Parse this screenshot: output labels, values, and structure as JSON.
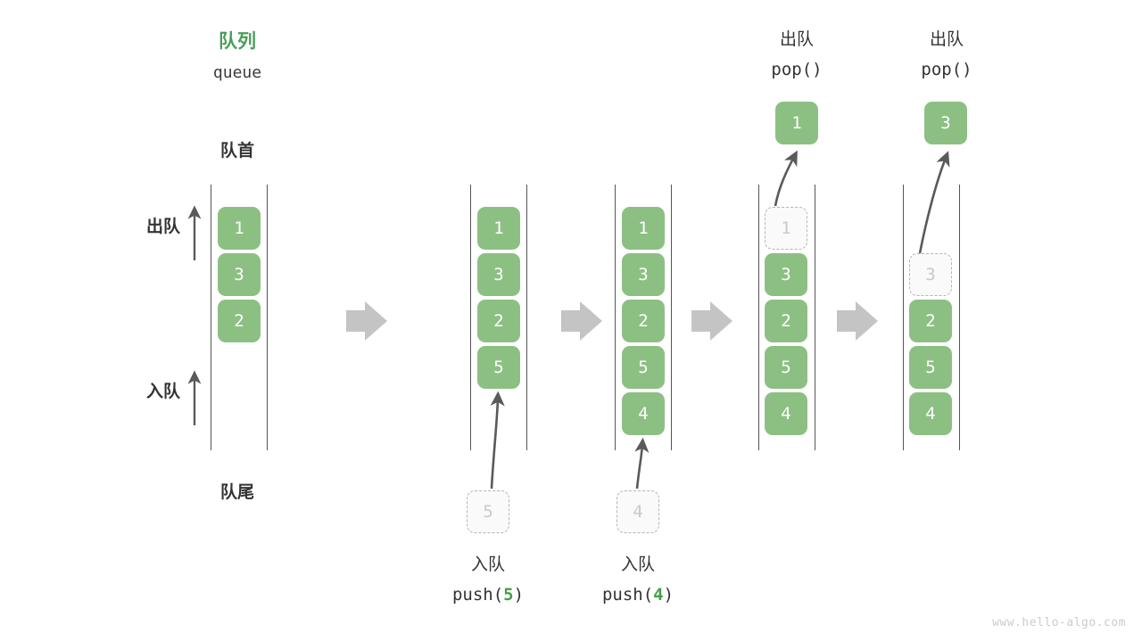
{
  "page": {
    "watermark": "www.hello-algo.com",
    "accent_green": "#4a9e5c",
    "cell_green": "#8cc083",
    "ghost_gray": "#c9c9c9",
    "rail_gray": "#555555",
    "connector_gray": "#c4c4c4"
  },
  "header": {
    "title_cn": "队列",
    "title_en": "queue",
    "front_label": "队首",
    "rear_label": "队尾"
  },
  "side_labels": {
    "pop_label": "出队",
    "push_label": "入队"
  },
  "operations": {
    "push5": {
      "cn": "入队",
      "code_prefix": "push(",
      "code_num": "5",
      "code_suffix": ")"
    },
    "push4": {
      "cn": "入队",
      "code_prefix": "push(",
      "code_num": "4",
      "code_suffix": ")"
    },
    "pop1": {
      "cn": "出队",
      "code": "pop()"
    },
    "pop2": {
      "cn": "出队",
      "code": "pop()"
    }
  },
  "stages": [
    {
      "name": "initial-queue",
      "cells": [
        {
          "value": "1",
          "state": "filled"
        },
        {
          "value": "3",
          "state": "filled"
        },
        {
          "value": "2",
          "state": "filled"
        }
      ]
    },
    {
      "name": "after-push-5",
      "cells": [
        {
          "value": "1",
          "state": "filled"
        },
        {
          "value": "3",
          "state": "filled"
        },
        {
          "value": "2",
          "state": "filled"
        },
        {
          "value": "5",
          "state": "filled"
        }
      ],
      "incoming": {
        "value": "5",
        "state": "ghost"
      }
    },
    {
      "name": "after-push-4",
      "cells": [
        {
          "value": "1",
          "state": "filled"
        },
        {
          "value": "3",
          "state": "filled"
        },
        {
          "value": "2",
          "state": "filled"
        },
        {
          "value": "5",
          "state": "filled"
        },
        {
          "value": "4",
          "state": "filled"
        }
      ],
      "incoming": {
        "value": "4",
        "state": "ghost"
      }
    },
    {
      "name": "after-pop-1",
      "cells": [
        {
          "value": "1",
          "state": "ghost"
        },
        {
          "value": "3",
          "state": "filled"
        },
        {
          "value": "2",
          "state": "filled"
        },
        {
          "value": "5",
          "state": "filled"
        },
        {
          "value": "4",
          "state": "filled"
        }
      ],
      "popped": {
        "value": "1",
        "state": "filled"
      }
    },
    {
      "name": "after-pop-3",
      "cells": [
        {
          "value": "",
          "state": "empty"
        },
        {
          "value": "3",
          "state": "ghost"
        },
        {
          "value": "2",
          "state": "filled"
        },
        {
          "value": "5",
          "state": "filled"
        },
        {
          "value": "4",
          "state": "filled"
        }
      ],
      "popped": {
        "value": "3",
        "state": "filled"
      }
    }
  ]
}
